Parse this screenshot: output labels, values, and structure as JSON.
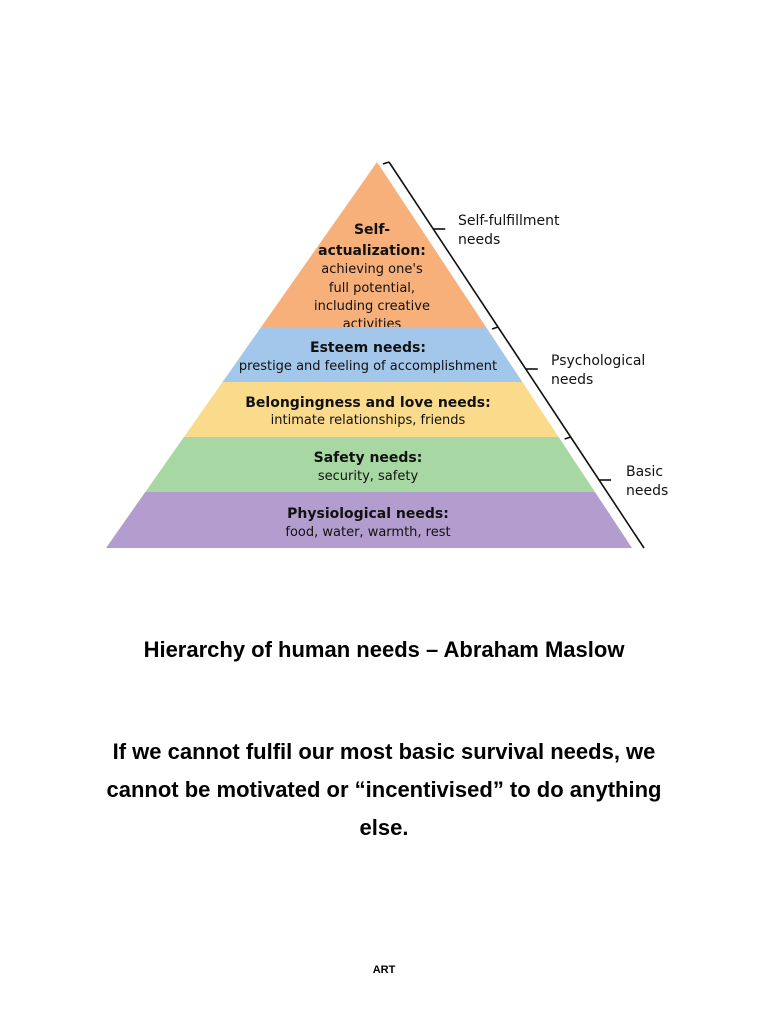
{
  "pyramid": {
    "layers": [
      {
        "id": "self-actualization",
        "title_lines": [
          "Self-",
          "actualization:"
        ],
        "desc_lines": [
          "achieving one's",
          "full potential,",
          "including creative",
          "activities"
        ],
        "color": "#F7B07A"
      },
      {
        "id": "esteem",
        "title_lines": [
          "Esteem needs:"
        ],
        "desc_lines": [
          "prestige and feeling of accomplishment"
        ],
        "color": "#A3C7EA"
      },
      {
        "id": "belongingness",
        "title_lines": [
          "Belongingness and love needs:"
        ],
        "desc_lines": [
          "intimate relationships, friends"
        ],
        "color": "#FADB8C"
      },
      {
        "id": "safety",
        "title_lines": [
          "Safety needs:"
        ],
        "desc_lines": [
          "security, safety"
        ],
        "color": "#A7D8A3"
      },
      {
        "id": "physiological",
        "title_lines": [
          "Physiological needs:"
        ],
        "desc_lines": [
          "food, water, warmth, rest"
        ],
        "color": "#B39DCE"
      }
    ],
    "groups": [
      {
        "id": "self-fulfillment",
        "label_lines": [
          "Self-fulfillment",
          "needs"
        ]
      },
      {
        "id": "psychological",
        "label_lines": [
          "Psychological",
          "needs"
        ]
      },
      {
        "id": "basic",
        "label_lines": [
          "Basic",
          "needs"
        ]
      }
    ]
  },
  "caption": {
    "title": "Hierarchy of human needs – Abraham Maslow",
    "statement": "If we  cannot fulfil our most basic survival needs, we cannot be motivated or “incentivised” to do anything else."
  },
  "footer": {
    "mark": "ART"
  }
}
